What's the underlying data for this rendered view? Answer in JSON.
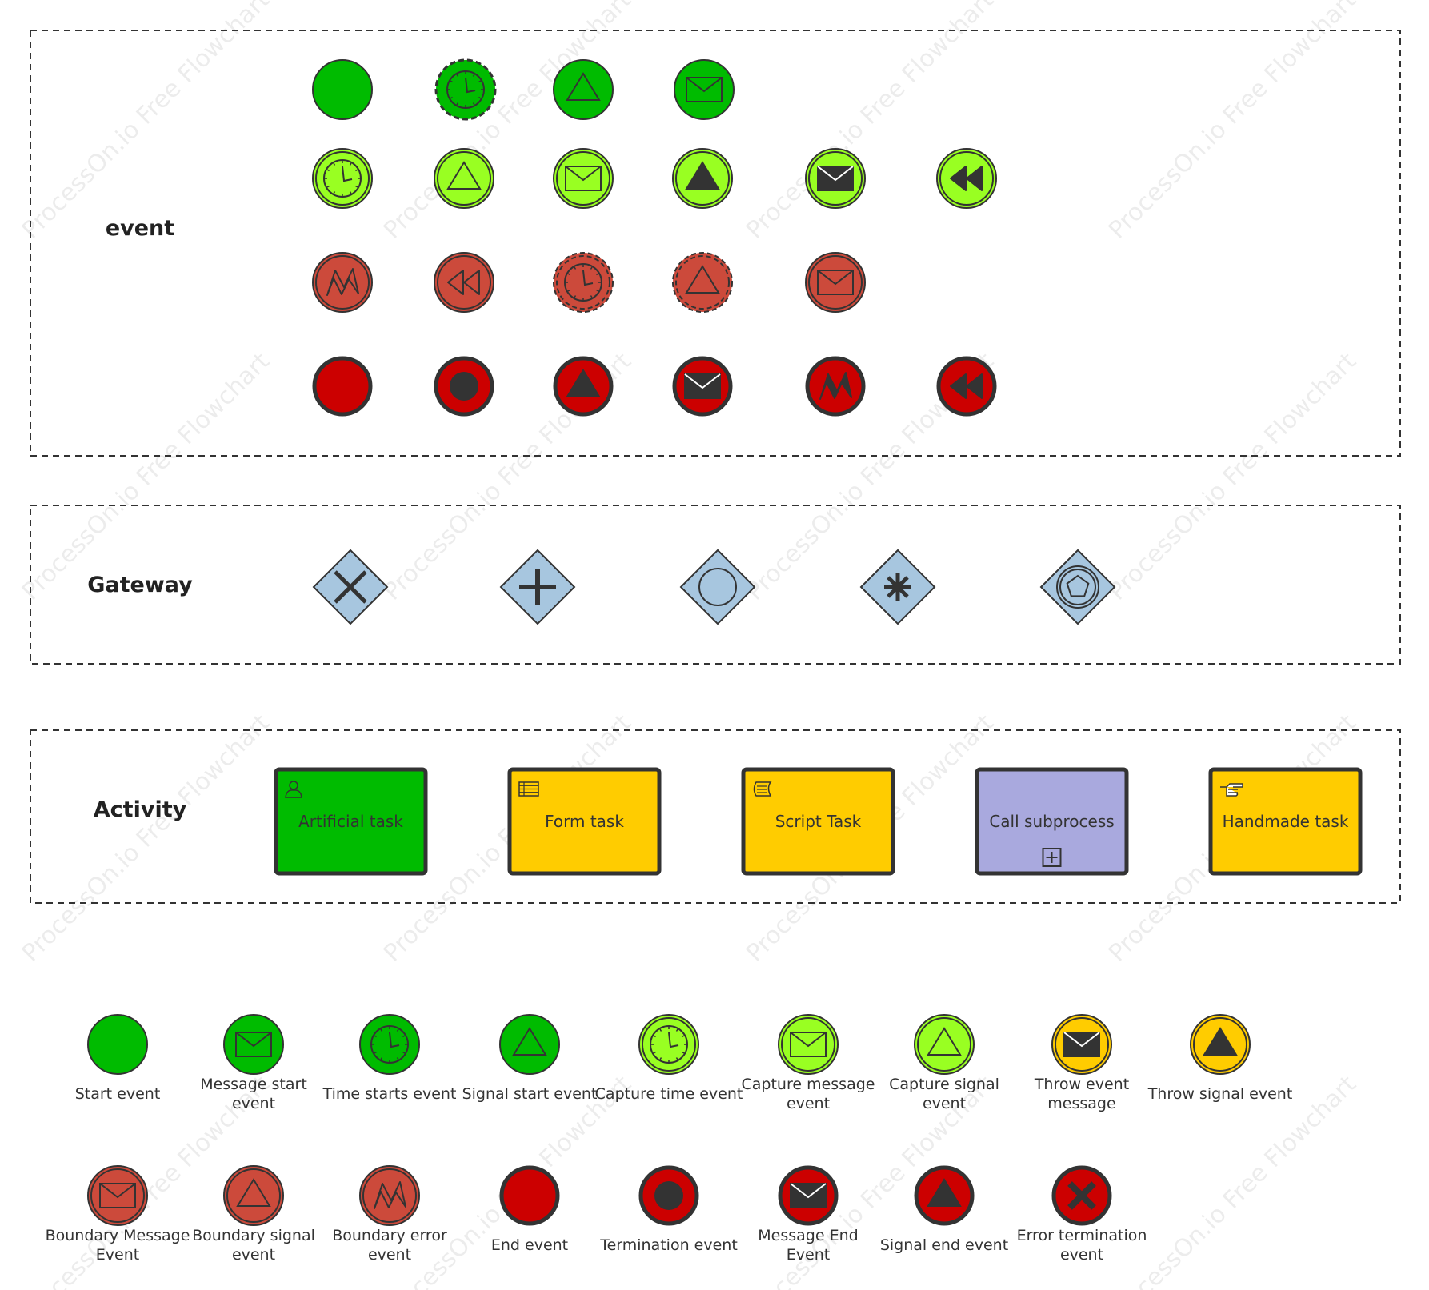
{
  "colors": {
    "green": "#00bb00",
    "lime": "#99ff22",
    "coral": "#cc4a3b",
    "red": "#cc0000",
    "yellow": "#ffcc00",
    "gateway": "#a7c6df",
    "lavender": "#a9a9de",
    "stroke": "#333333"
  },
  "watermark": "ProcessOn.io Free Flowchart",
  "sections": {
    "event": {
      "label": "event"
    },
    "gateway": {
      "label": "Gateway"
    },
    "activity": {
      "label": "Activity"
    }
  },
  "event_rows": [
    [
      {
        "name": "plain",
        "fill": "green",
        "style": "thin"
      },
      {
        "name": "clock",
        "fill": "green",
        "style": "dashed"
      },
      {
        "name": "triangle",
        "fill": "green",
        "style": "thin"
      },
      {
        "name": "envelope",
        "fill": "green",
        "style": "thin"
      }
    ],
    [
      {
        "name": "clock",
        "fill": "lime",
        "style": "double"
      },
      {
        "name": "triangle",
        "fill": "lime",
        "style": "double"
      },
      {
        "name": "envelope",
        "fill": "lime",
        "style": "double"
      },
      {
        "name": "triangle-filled",
        "fill": "lime",
        "style": "double"
      },
      {
        "name": "envelope-filled",
        "fill": "lime",
        "style": "double"
      },
      {
        "name": "rewind-filled",
        "fill": "lime",
        "style": "double"
      }
    ],
    [
      {
        "name": "lightning",
        "fill": "coral",
        "style": "double"
      },
      {
        "name": "rewind",
        "fill": "coral",
        "style": "double"
      },
      {
        "name": "clock",
        "fill": "coral",
        "style": "dashed-double"
      },
      {
        "name": "triangle",
        "fill": "coral",
        "style": "dashed-double"
      },
      {
        "name": "envelope",
        "fill": "coral",
        "style": "double"
      }
    ],
    [
      {
        "name": "plain",
        "fill": "red",
        "style": "thick"
      },
      {
        "name": "dot",
        "fill": "red",
        "style": "thick"
      },
      {
        "name": "triangle-filled",
        "fill": "red",
        "style": "thick"
      },
      {
        "name": "envelope-filled",
        "fill": "red",
        "style": "thick"
      },
      {
        "name": "lightning-filled",
        "fill": "red",
        "style": "thick"
      },
      {
        "name": "rewind-filled",
        "fill": "red",
        "style": "thick"
      }
    ]
  ],
  "gateways": [
    {
      "name": "exclusive-gateway",
      "icon": "x"
    },
    {
      "name": "parallel-gateway",
      "icon": "plus"
    },
    {
      "name": "inclusive-gateway",
      "icon": "circle"
    },
    {
      "name": "complex-gateway",
      "icon": "asterisk"
    },
    {
      "name": "event-based-gateway",
      "icon": "pentagon"
    }
  ],
  "activities": [
    {
      "label": "Artificial task",
      "fill": "green",
      "icon": "user"
    },
    {
      "label": "Form task",
      "fill": "yellow",
      "icon": "form"
    },
    {
      "label": "Script Task",
      "fill": "yellow",
      "icon": "script"
    },
    {
      "label": "Call subprocess",
      "fill": "lavender",
      "icon": "none",
      "marker": "plus-box"
    },
    {
      "label": "Handmade task",
      "fill": "yellow",
      "icon": "hand"
    }
  ],
  "legend_row1": [
    {
      "icon": "plain",
      "fill": "green",
      "style": "thin",
      "lines": [
        "Start event"
      ]
    },
    {
      "icon": "envelope",
      "fill": "green",
      "style": "thin",
      "lines": [
        "Message start",
        "event"
      ]
    },
    {
      "icon": "clock",
      "fill": "green",
      "style": "thin",
      "lines": [
        "Time starts event"
      ]
    },
    {
      "icon": "triangle",
      "fill": "green",
      "style": "thin",
      "lines": [
        "Signal start event"
      ]
    },
    {
      "icon": "clock",
      "fill": "lime",
      "style": "double",
      "lines": [
        "Capture time event"
      ]
    },
    {
      "icon": "envelope",
      "fill": "lime",
      "style": "double",
      "lines": [
        "Capture message",
        "event"
      ]
    },
    {
      "icon": "triangle",
      "fill": "lime",
      "style": "double",
      "lines": [
        "Capture signal",
        "event"
      ]
    },
    {
      "icon": "envelope-filled",
      "fill": "yellow",
      "style": "double",
      "lines": [
        "Throw event",
        "message"
      ]
    },
    {
      "icon": "triangle-filled",
      "fill": "yellow",
      "style": "double",
      "lines": [
        "Throw signal event"
      ]
    }
  ],
  "legend_row2": [
    {
      "icon": "envelope",
      "fill": "coral",
      "style": "double",
      "lines": [
        "Boundary Message",
        "Event"
      ]
    },
    {
      "icon": "triangle",
      "fill": "coral",
      "style": "double",
      "lines": [
        "Boundary signal",
        "event"
      ]
    },
    {
      "icon": "lightning",
      "fill": "coral",
      "style": "double",
      "lines": [
        "Boundary error",
        "event"
      ]
    },
    {
      "icon": "plain",
      "fill": "red",
      "style": "thick",
      "lines": [
        "End event"
      ]
    },
    {
      "icon": "dot",
      "fill": "red",
      "style": "thick",
      "lines": [
        "Termination event"
      ]
    },
    {
      "icon": "envelope-filled",
      "fill": "red",
      "style": "thick",
      "lines": [
        "Message End",
        "Event"
      ]
    },
    {
      "icon": "triangle-filled",
      "fill": "red",
      "style": "thick",
      "lines": [
        "Signal end event"
      ]
    },
    {
      "icon": "x-filled",
      "fill": "red",
      "style": "thick",
      "lines": [
        "Error termination",
        "event"
      ]
    }
  ]
}
